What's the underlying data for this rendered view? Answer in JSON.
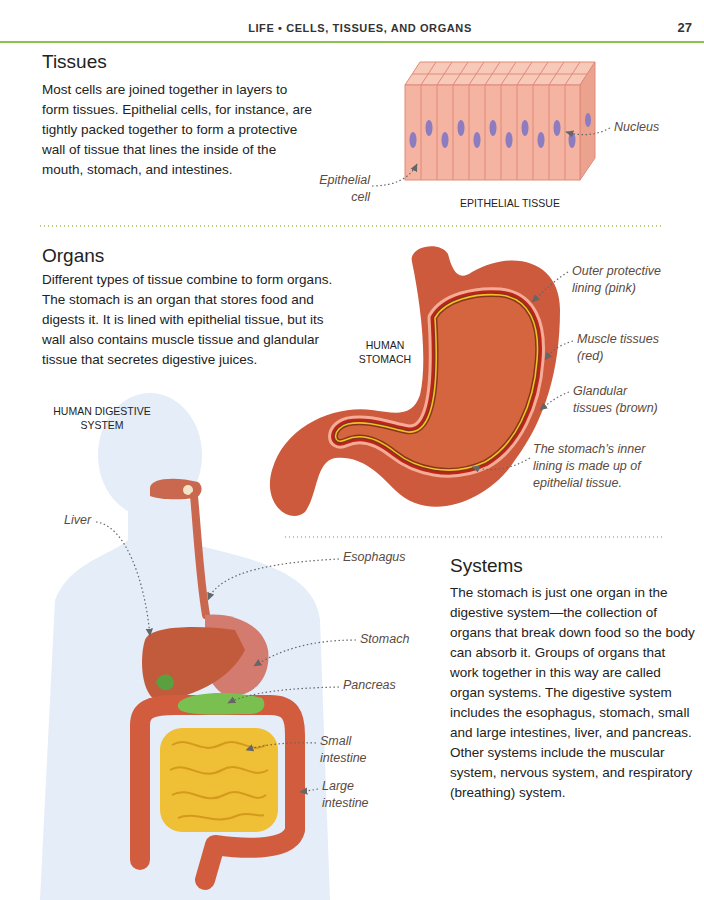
{
  "diagram": {
    "title": "LIFE • CELLS, TISSUES, AND ORGANS",
    "labels": [
      "27",
      "Tissues",
      "Most cells are joined together in layers to form tissues. Epithelial cells, for instance, are tightly packed together to form a protective wall of tissue that lines the inside of the mouth, stomach, and intestines.",
      "Nucleus",
      "Epithelial cell",
      "EPITHELIAL TISSUE",
      "Organs",
      "Different types of tissue combine to form organs. The stomach is an organ that stores food and digests it. It is lined with epithelial tissue, but its wall also contains muscle tissue and glandular tissue that secretes digestive juices.",
      "HUMAN STOMACH",
      "Outer protective lining (pink)",
      "Muscle tissues (red)",
      "Glandular tissues (brown)",
      "The stomach’s inner lining is made up of epithelial tissue.",
      "HUMAN DIGESTIVE SYSTEM",
      "Liver",
      "Esophagus",
      "Stomach",
      "Pancreas",
      "Small intestine",
      "Large intestine",
      "Systems",
      "The stomach is just one organ in the digestive system—the collection of organs that break down food so the body can absorb it. Groups of organs that work together in this way are called organ systems. The digestive system includes the esophagus, stomach, small and large intestines, liver, and pancreas. Other systems include the muscular system, nervous system, and respiratory (breathing) system."
    ]
  }
}
